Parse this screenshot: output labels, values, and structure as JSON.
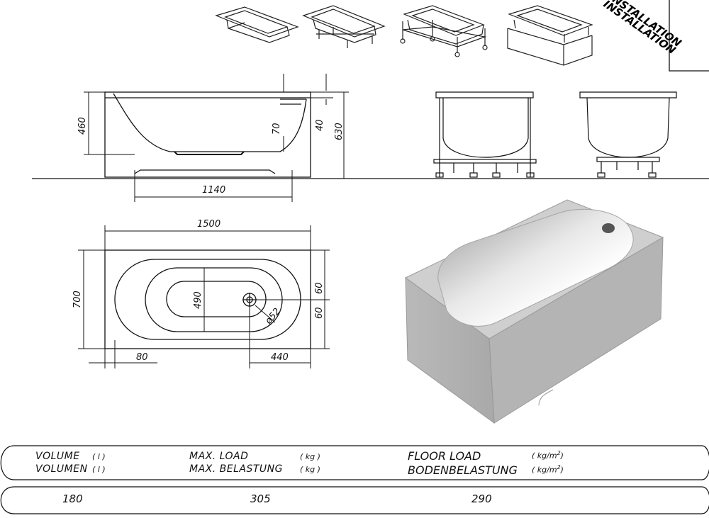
{
  "installation": {
    "label_1": "INSTALLATION",
    "label_2": "INSTALLATION",
    "variants": [
      "built-in",
      "on-legs",
      "on-frame",
      "with-panel"
    ]
  },
  "side_view": {
    "dims": {
      "height_rim": "460",
      "depth_overflow": "70",
      "rim_thickness": "40",
      "total_height": "630",
      "bottom_length": "1140"
    }
  },
  "top_view": {
    "dims": {
      "length": "1500",
      "width": "700",
      "inner_width": "490",
      "drain_to_edge_1": "60",
      "drain_to_edge_2": "60",
      "left_offset": "80",
      "drain_from_right": "440",
      "drain_diameter": "ø52"
    }
  },
  "specs": {
    "volume_label_en": "VOLUME",
    "volume_label_de": "VOLUMEN",
    "volume_unit": "( l )",
    "load_label_en": "MAX. LOAD",
    "load_label_de": "MAX. BELASTUNG",
    "load_unit": "( kg )",
    "floor_label_en": "FLOOR LOAD",
    "floor_label_de": "BODENBELASTUNG",
    "floor_unit": "( kg/m",
    "floor_unit_sup": "2",
    "floor_unit_close": ")",
    "volume_value": "180",
    "load_value": "305",
    "floor_value": "290"
  }
}
